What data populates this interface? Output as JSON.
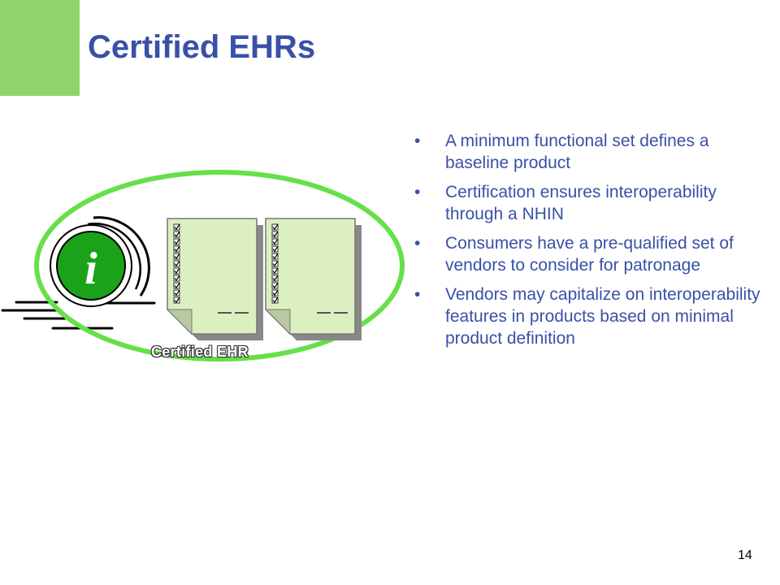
{
  "slide": {
    "title": "Certified EHRs",
    "page_number": "14",
    "accent_color": "#8fd36a",
    "title_color": "#3a50a8"
  },
  "graphic": {
    "caption": "Certified EHR",
    "icon": "info-icon",
    "ellipse_color": "#66e04a",
    "document_color": "#dcefc0",
    "checkbox_rows": 11
  },
  "bullets": [
    "A minimum functional set defines a baseline product",
    "Certification ensures interoperability through a NHIN",
    "Consumers have a pre-qualified set of vendors to consider for patronage",
    "Vendors may capitalize on interoperability features in products based on minimal product definition"
  ],
  "bullet_char": "•"
}
